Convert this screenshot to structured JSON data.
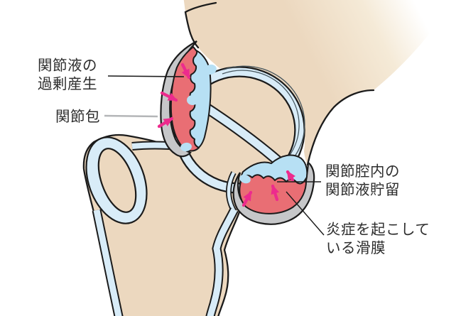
{
  "figure": {
    "type": "anatomical-diagram",
    "subject": "股関節の炎症による関節液貯留の断面図",
    "background": "#ffffff",
    "colors": {
      "bone": "#ecd8bf",
      "capsule_gray": "#c6c7c9",
      "synovium_red": "#e96e74",
      "fluid_blue": "#b7e0f4",
      "membrane_blue": "#d8ecf8",
      "arrow_pink": "#ed2b8d",
      "outline": "#1b1b1b",
      "text": "#2d2d2d",
      "leader_gray": "#b4b6b8"
    },
    "labels": {
      "fluid_overproduction": {
        "line1": "関節液の",
        "line2": "過剰産生"
      },
      "joint_capsule": {
        "text": "関節包"
      },
      "fluid_retention": {
        "line1": "関節腔内の",
        "line2": "関節液貯留"
      },
      "inflamed_synovium": {
        "line1": "炎症を起こして",
        "line2": "いる滑膜"
      }
    },
    "arrows": {
      "upper_bursa_count": 3,
      "lower_pouch_count": 3
    }
  }
}
